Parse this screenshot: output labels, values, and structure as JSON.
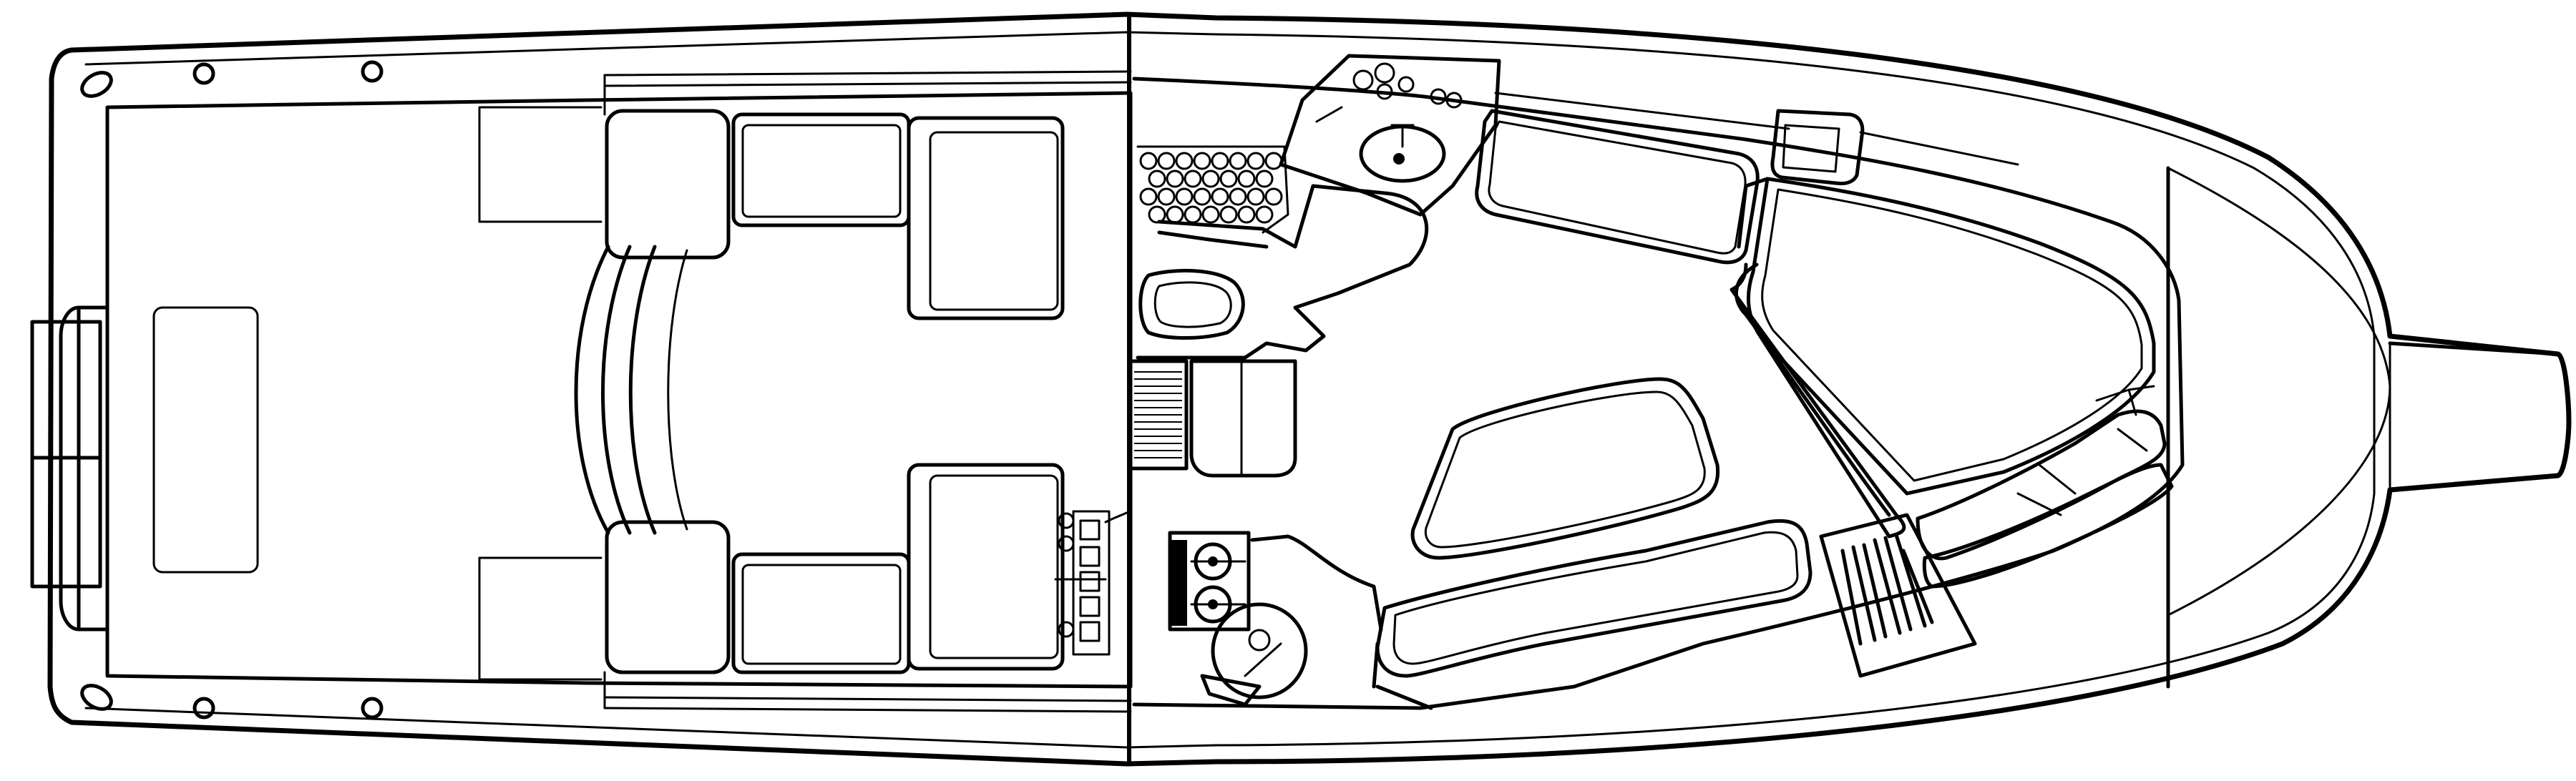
{
  "diagram": {
    "kind": "boat-deck-plan-top-view",
    "colors": {
      "line": "#000000",
      "background": "#ffffff"
    },
    "regions": [
      "cockpit",
      "helm-deck",
      "cabin",
      "head",
      "galley",
      "dinette",
      "v-berth",
      "bow-pulpit"
    ]
  }
}
